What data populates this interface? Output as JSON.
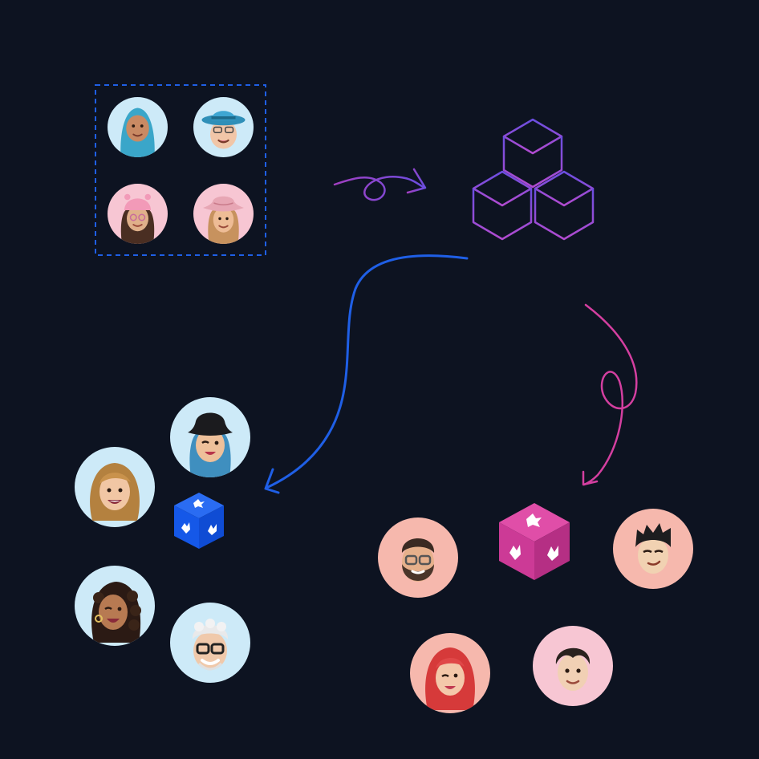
{
  "colors": {
    "background": "#0d1321",
    "selection_border": "#1f5fe6",
    "blue_arrow": "#1f5fe6",
    "pink_arrow": "#d43fa0",
    "purple_arrow": "#8a4ad8",
    "cube_purple_top": "#6a4ee0",
    "cube_purple_bottom": "#b24bd0",
    "blue_die": "#1558e8",
    "pink_die": "#cc3a96",
    "avatar_bg_blue": "#cdeaf8",
    "avatar_bg_pink": "#f7c6d3",
    "avatar_bg_salmon": "#f6b8ad"
  },
  "diagram": {
    "selection_group": {
      "avatars": [
        "hijab-avatar",
        "blue-hat-avatar",
        "pink-beanie-avatar",
        "cowboy-hat-avatar"
      ]
    },
    "source_icon": "stacked-cubes-icon",
    "blue_cluster": {
      "token": "blue-die-icon",
      "avatars": [
        "bucket-hat-avatar",
        "wavy-hair-avatar",
        "curly-hair-avatar",
        "white-hair-glasses-avatar"
      ]
    },
    "pink_cluster": {
      "token": "pink-die-icon",
      "avatars": [
        "bearded-glasses-avatar",
        "spiky-hair-avatar",
        "red-hair-avatar",
        "short-hair-avatar"
      ]
    }
  }
}
